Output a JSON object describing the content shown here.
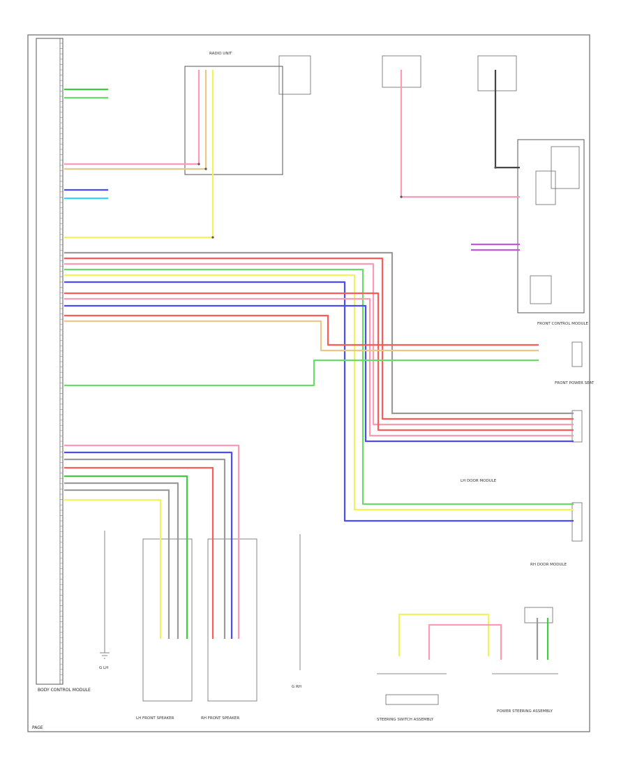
{
  "diagram": {
    "title": "Power Steering Wiring Diagram",
    "colors": {
      "red": "#ff5a5a",
      "pink": "#ff9ab4",
      "green": "#3ccf3c",
      "ltgreen": "#66dd66",
      "blue": "#4a4aff",
      "ltblue": "#33d6ff",
      "yellow": "#f2f25a",
      "gray": "#9a9a9a",
      "tan": "#e8c88a",
      "black": "#444444",
      "violet": "#c05ad8",
      "purple": "#7d3cff"
    },
    "components": {
      "main_ecu": "BODY CONTROL MODULE",
      "radio_unit": "RADIO UNIT",
      "front_ecu": "FRONT CONTROL MODULE",
      "front_power_seat": "FRONT POWER SEAT",
      "lh_door_module": "LH DOOR MODULE",
      "rh_door_module": "RH DOOR MODULE",
      "lh_front_speaker": "LH FRONT SPEAKER",
      "rh_front_speaker": "RH FRONT SPEAKER",
      "steering_switch": "STEERING SWITCH ASSEMBLY",
      "power_steering_assembly": "POWER STEERING ASSEMBLY",
      "ground_lh": "G LH",
      "ground_rh": "G RH",
      "page_ref": "PAGE"
    }
  }
}
